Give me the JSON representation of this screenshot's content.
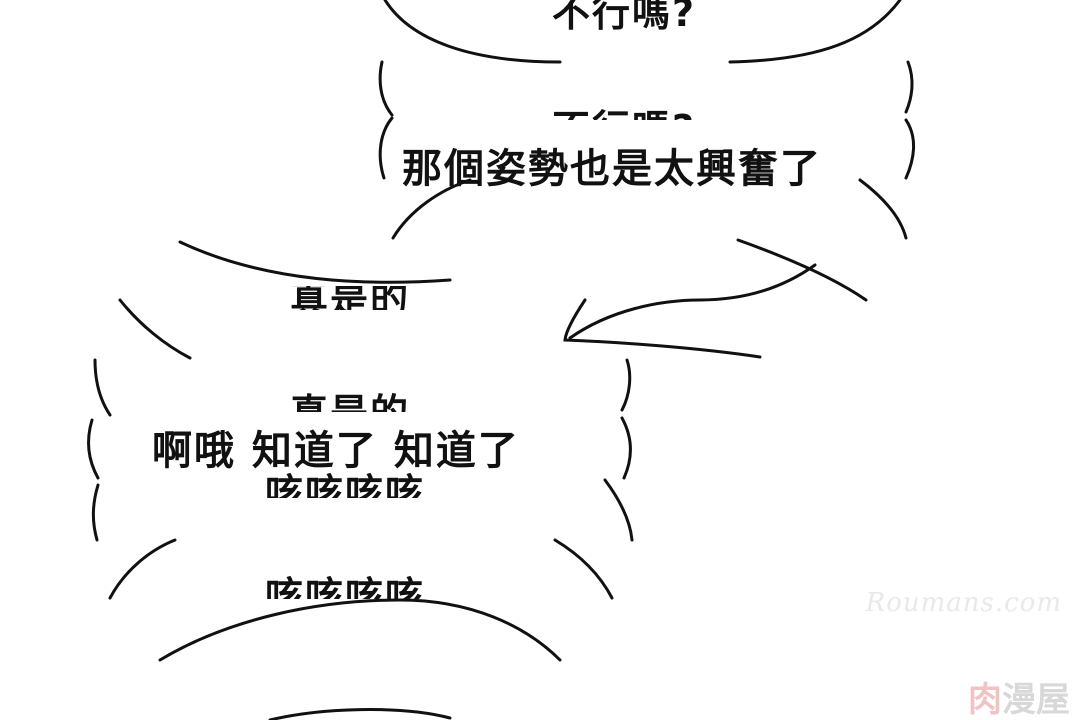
{
  "panel": {
    "bubble_top_text": "不行嗎?",
    "bubble_strip_text_ghost": "不行嗎?",
    "bubble_strip_text": "那個姿勢也是太興奮了",
    "bubble_left_ghost_top": "真是的",
    "bubble_left_ghost": "真是的",
    "bubble_left_text": "啊哦 知道了 知道了",
    "bubble_left_cough_ghost": "咳咳咳咳",
    "bubble_left_cough": "咳咳咳咳"
  },
  "watermark": {
    "site": "Roumans.com",
    "logo_accent": "肉",
    "logo_rest": "漫屋"
  }
}
